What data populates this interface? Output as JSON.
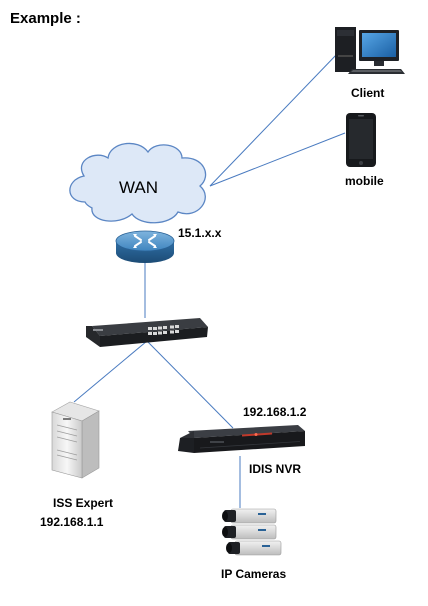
{
  "title": "Example :",
  "nodes": {
    "client": {
      "label": "Client",
      "icon": "desktop-computer-icon"
    },
    "mobile": {
      "label": "mobile",
      "icon": "smartphone-icon"
    },
    "wan": {
      "label": "WAN",
      "icon": "cloud-icon"
    },
    "router": {
      "label": "15.1.x.x",
      "icon": "router-icon"
    },
    "switch": {
      "icon": "network-switch-icon"
    },
    "iss_expert": {
      "label": "ISS Expert",
      "ip": "192.168.1.1",
      "icon": "server-tower-icon"
    },
    "nvr": {
      "label": "IDIS NVR",
      "ip": "192.168.1.2",
      "icon": "nvr-recorder-icon"
    },
    "cameras": {
      "label": "IP Cameras",
      "icon": "ip-camera-stack-icon"
    }
  },
  "colors": {
    "link_line": "#4a7bc0",
    "cloud_fill": "#dde8f7",
    "cloud_stroke": "#5b86c4",
    "router_blue": "#2d6fa8",
    "device_dark": "#1f2125",
    "nvr_accent": "#c0392b"
  }
}
